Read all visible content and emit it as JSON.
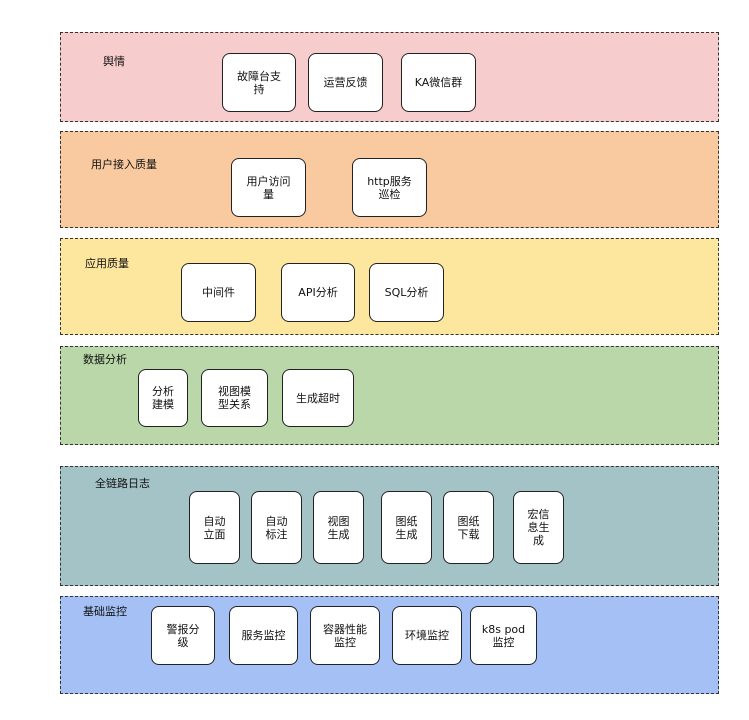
{
  "layers": [
    {
      "id": "sentiment",
      "title": "舆情",
      "color": "#f6cccc",
      "nodes": [
        "故障台支\n持",
        "运营反馈",
        "KA微信群"
      ]
    },
    {
      "id": "access-quality",
      "title": "用户接入质量",
      "color": "#f9c9a0",
      "nodes": [
        "用户访问\n量",
        "http服务\n巡检"
      ]
    },
    {
      "id": "app-quality",
      "title": "应用质量",
      "color": "#fde69e",
      "nodes": [
        "中间件",
        "API分析",
        "SQL分析"
      ]
    },
    {
      "id": "data-analysis",
      "title": "数据分析",
      "color": "#b9d7a8",
      "nodes": [
        "分析\n建模",
        "视图模\n型关系",
        "生成超时"
      ]
    },
    {
      "id": "full-trace-log",
      "title": "全链路日志",
      "color": "#a4c3c7",
      "nodes": [
        "自动\n立面",
        "自动\n标注",
        "视图\n生成",
        "图纸\n生成",
        "图纸\n下载",
        "宏信\n息生\n成"
      ]
    },
    {
      "id": "infra-monitoring",
      "title": "基础监控",
      "color": "#a4c0f4",
      "nodes": [
        "警报分\n级",
        "服务监控",
        "容器性能\n监控",
        "环境监控",
        "k8s pod\n监控"
      ]
    }
  ]
}
